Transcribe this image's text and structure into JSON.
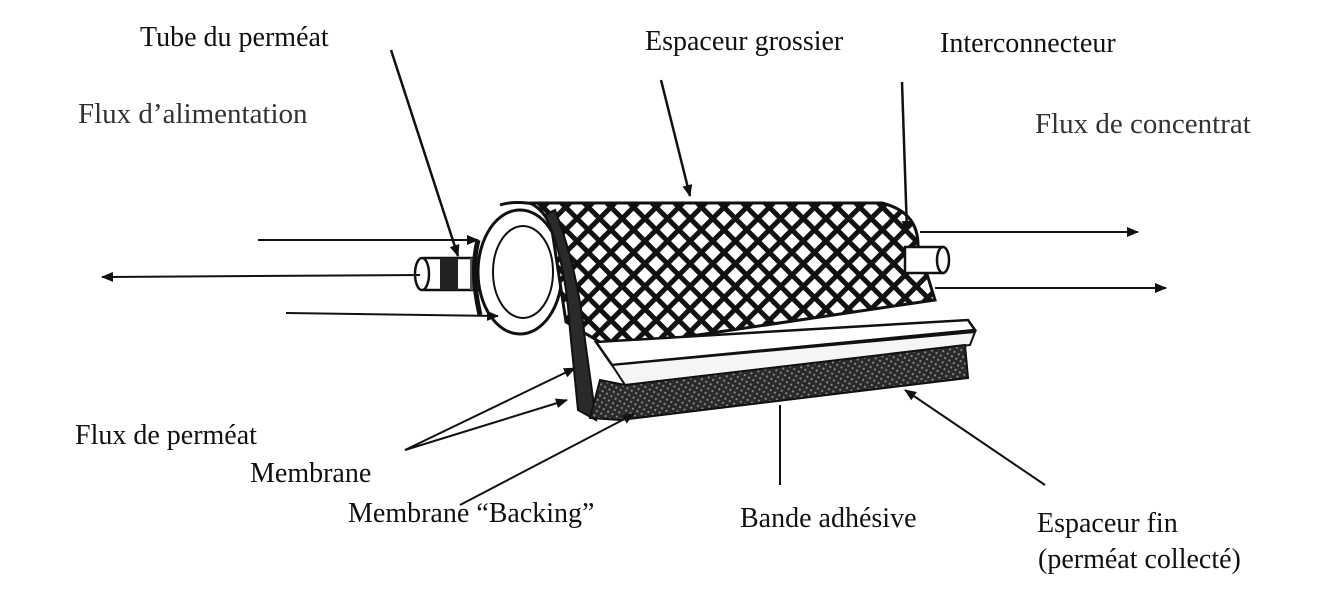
{
  "labels": {
    "permeate_tube": "Tube du perméat",
    "coarse_spacer": "Espaceur grossier",
    "interconnector": "Interconnecteur",
    "feed_flow": "Flux  d’alimentation",
    "concentrate_flow": "Flux de concentrat",
    "permeate_flow": "Flux de perméat",
    "membrane": "Membrane",
    "membrane_backing": "Membrane “Backing”",
    "adhesive_band": "Bande adhésive",
    "fine_spacer_line1": "Espaceur fin",
    "fine_spacer_line2": "(perméat collecté)"
  },
  "colors": {
    "ink": "#111111",
    "background": "#ffffff"
  }
}
